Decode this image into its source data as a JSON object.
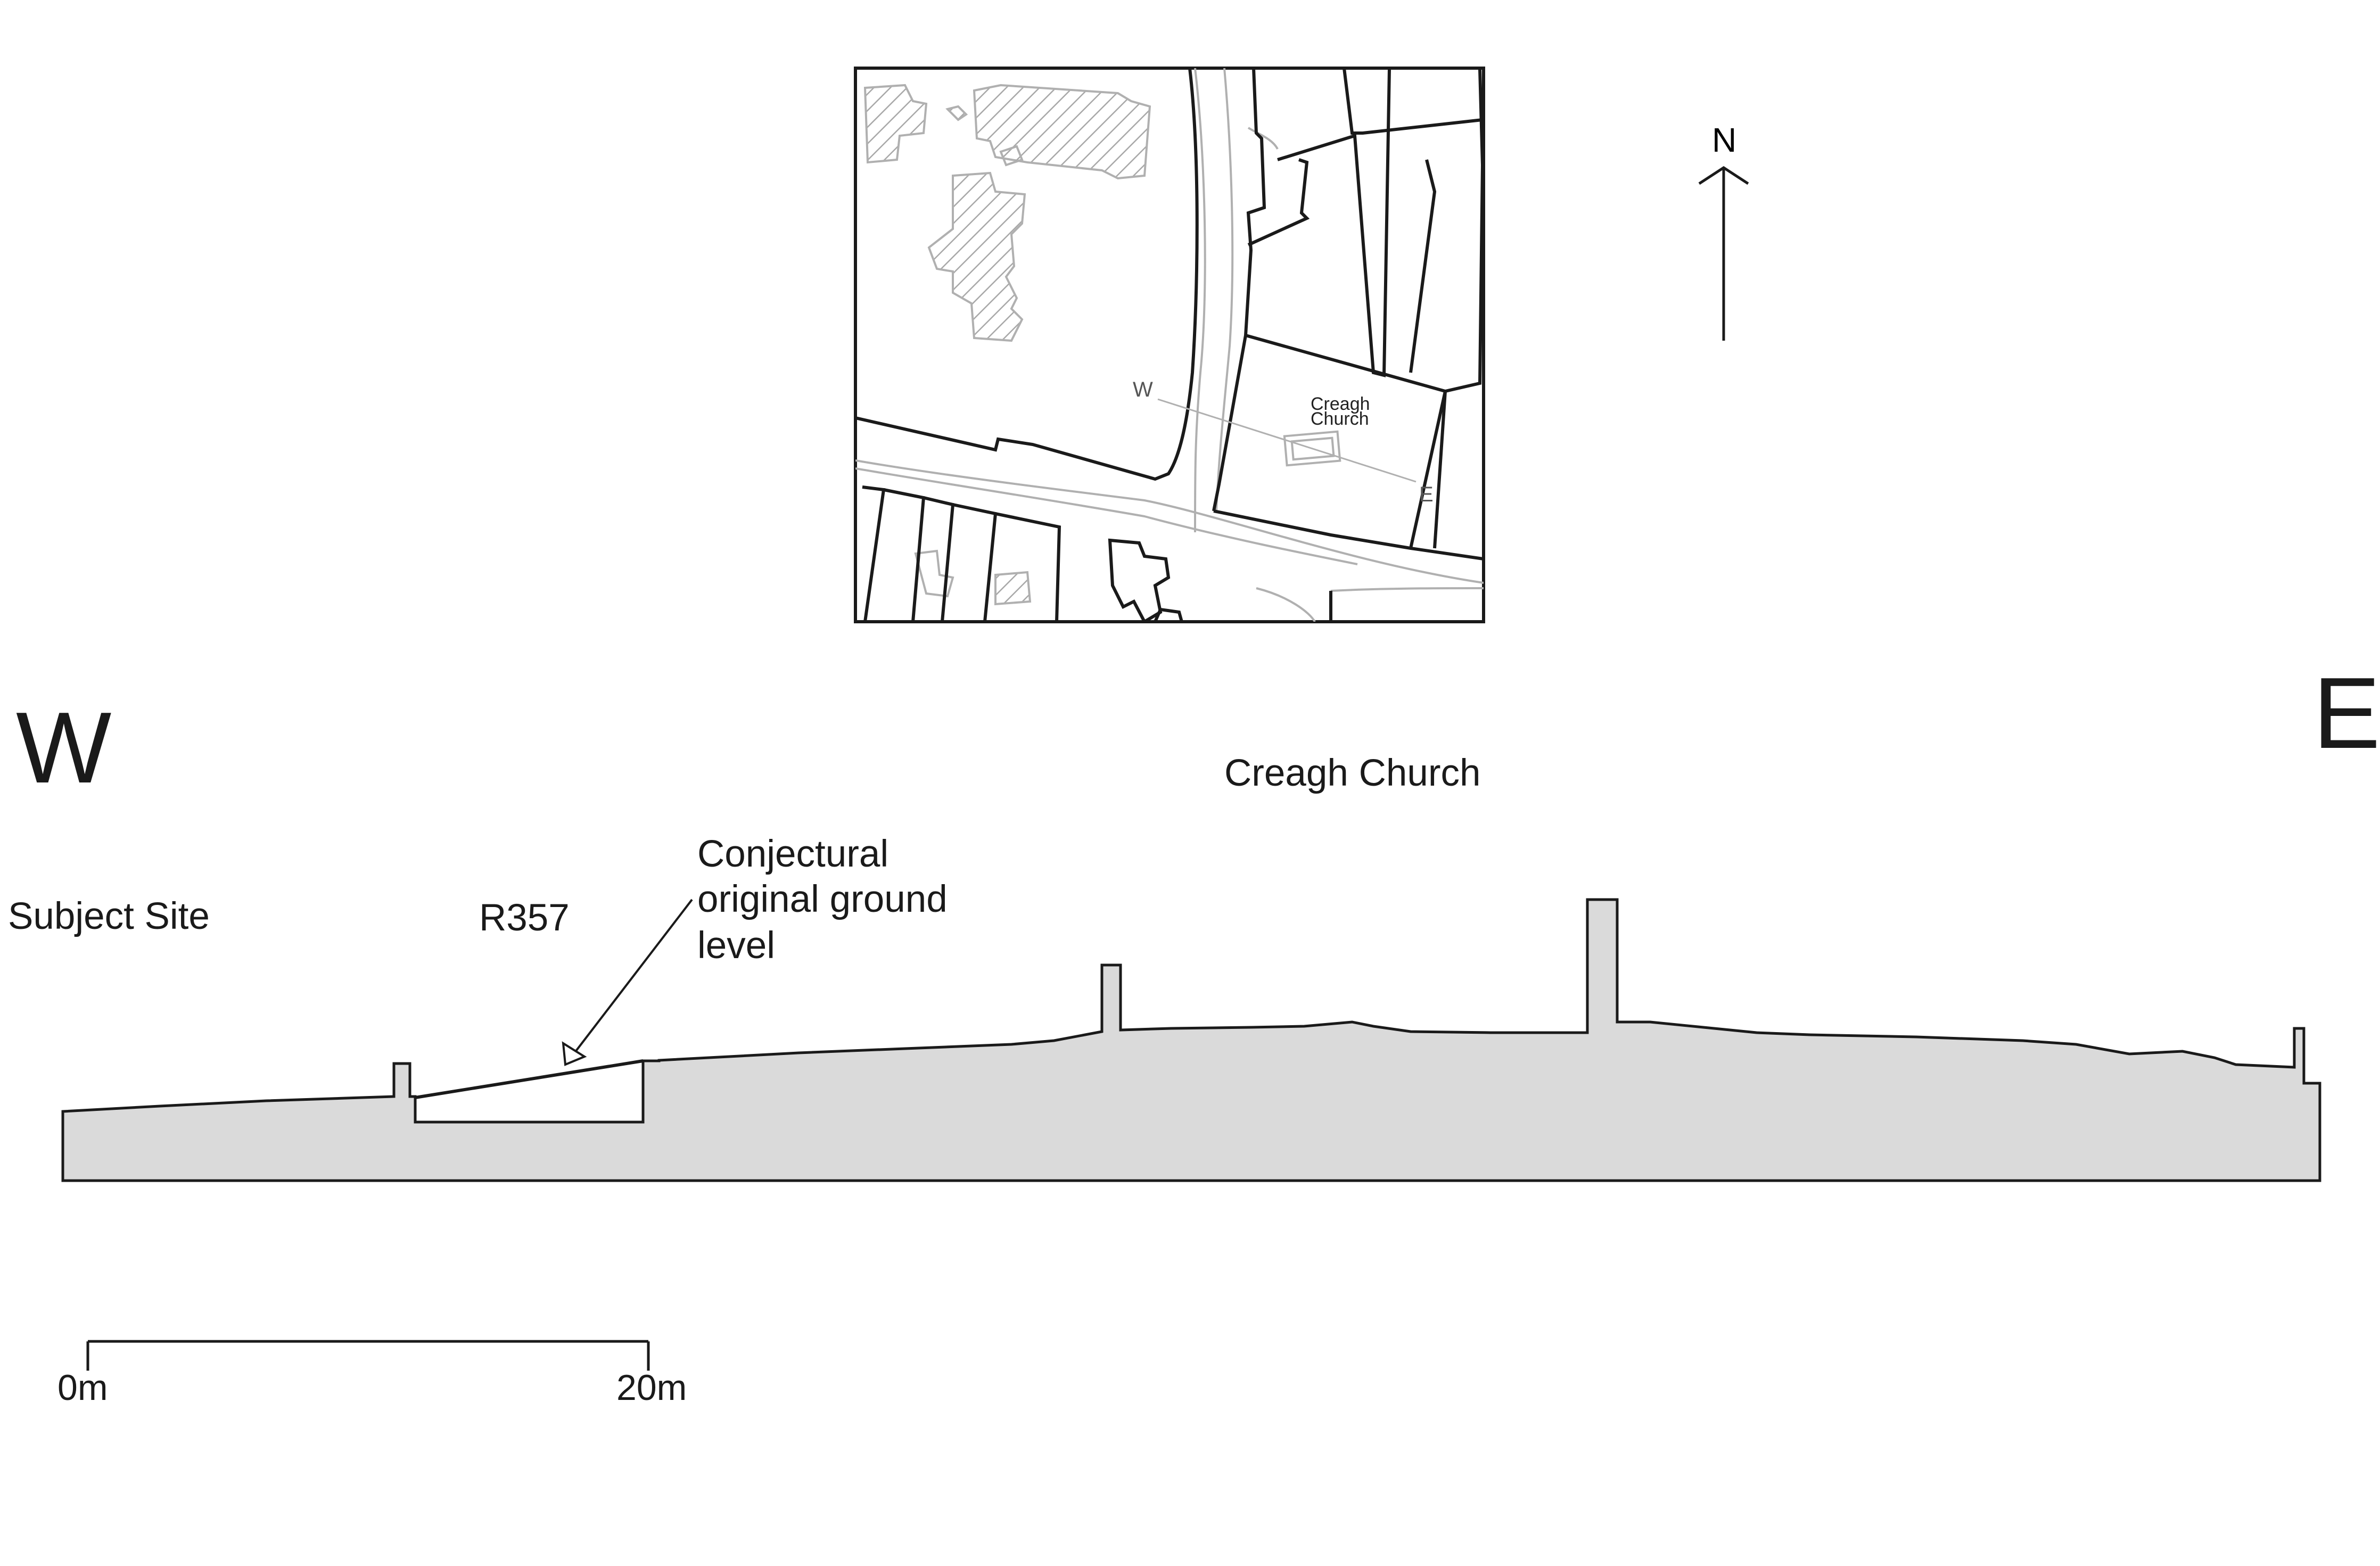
{
  "map_inset": {
    "section_line_west": "W",
    "section_line_east": "E",
    "site_label_line1": "Creagh",
    "site_label_line2": "Church"
  },
  "north_arrow": {
    "label": "N"
  },
  "section": {
    "west_label": "W",
    "east_label": "E",
    "labels": {
      "church": "Creagh Church",
      "subject_site": "Subject Site",
      "road": "R357",
      "ground_level_line1": "Conjectural",
      "ground_level_line2": "original ground",
      "ground_level_line3": "level"
    }
  },
  "scale_bar": {
    "start_label": "0m",
    "end_label": "20m"
  },
  "colors": {
    "ground_fill": "#dadada",
    "outline": "#1a1a1a",
    "map_hatch": "#9a9a9a"
  }
}
